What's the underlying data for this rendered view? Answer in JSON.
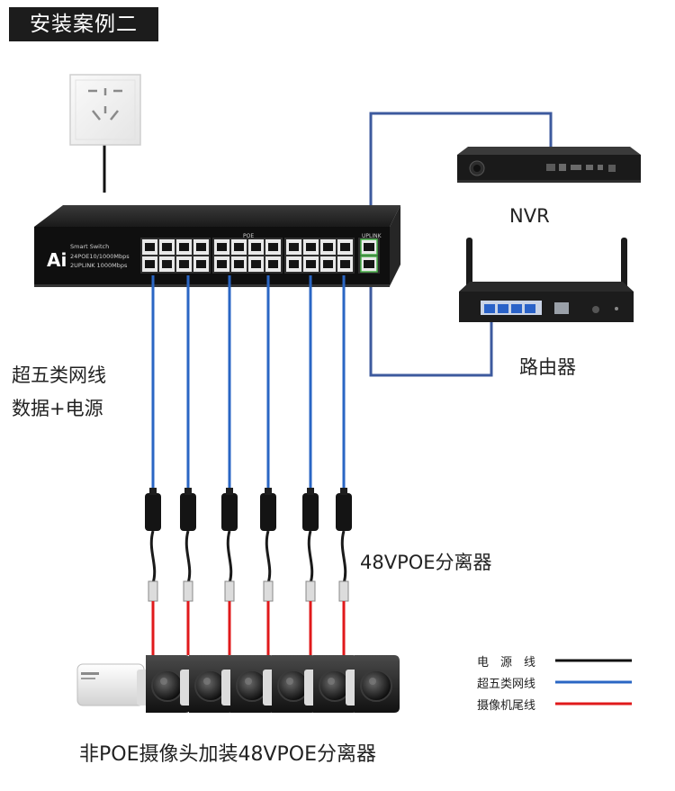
{
  "title": "安装案例二",
  "switch": {
    "brand": "Ai",
    "model_line1": "Smart Switch",
    "model_line2": "24POE10/1000Mbps",
    "model_line3": "2UPLINK 1000Mbps",
    "poe_label": "POE",
    "uplink_label": "UPLINK"
  },
  "labels": {
    "nvr": "NVR",
    "router": "路由器",
    "cable_line1": "超五类网线",
    "cable_line2": "数据+电源",
    "splitter": "48VPOE分离器",
    "bottom_caption": "非POE摄像头加装48VPOE分离器"
  },
  "legend": [
    {
      "label": "电　源　线",
      "color": "#111111"
    },
    {
      "label": "超五类网线",
      "color": "#2a66c4"
    },
    {
      "label": "摄像机尾线",
      "color": "#e0191b"
    }
  ],
  "colors": {
    "power_line": "#111111",
    "network_cable": "#2a66c4",
    "camera_tail": "#e0191b",
    "uplink_cable": "#3d5a9e"
  },
  "icons": [
    "wall-socket-icon",
    "poe-switch-icon",
    "nvr-icon",
    "router-icon",
    "splitter-icon",
    "bullet-camera-icon"
  ]
}
